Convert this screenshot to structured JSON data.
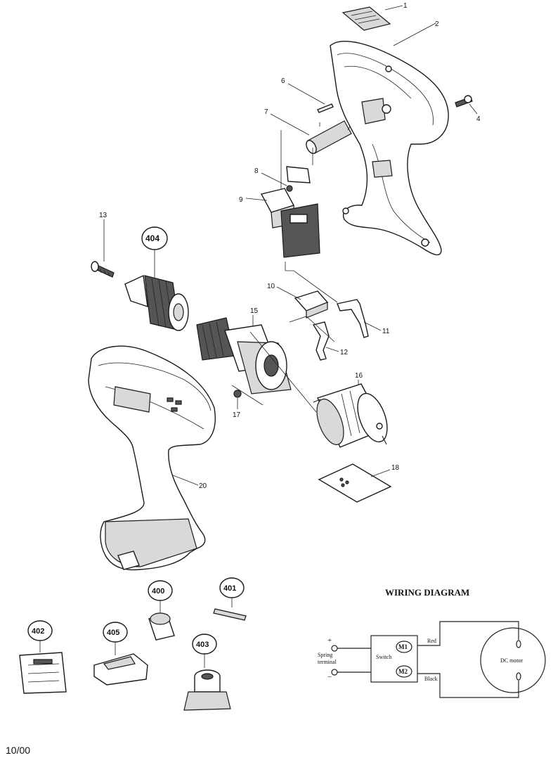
{
  "parts": {
    "p1": "1",
    "p2": "2",
    "p4": "4",
    "p6": "6",
    "p7": "7",
    "p8": "8",
    "p9": "9",
    "p10": "10",
    "p11": "11",
    "p12": "12",
    "p13": "13",
    "p15": "15",
    "p16": "16",
    "p17": "17",
    "p18": "18",
    "p20": "20",
    "p400": "400",
    "p401": "401",
    "p402": "402",
    "p403": "403",
    "p404": "404",
    "p405": "405"
  },
  "wiring": {
    "title": "WIRING DIAGRAM",
    "plus": "+",
    "minus": "−",
    "spring_line1": "Spring",
    "spring_line2": "terminal",
    "switch": "Switch",
    "m1": "M1",
    "m2": "M2",
    "red": "Red",
    "black": "Black",
    "motor": "DC motor"
  },
  "footer": {
    "date": "10/00"
  }
}
